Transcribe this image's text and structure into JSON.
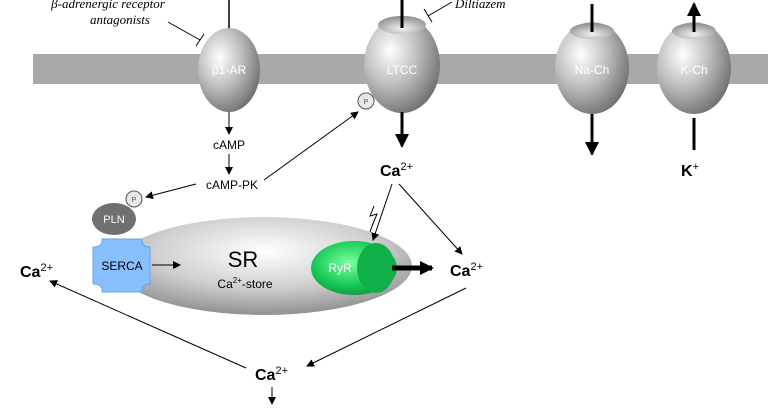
{
  "drugs": {
    "beta_blocker_line1": "β-adrenergic receptor",
    "beta_blocker_line2": "antagonists",
    "diltiazem": "Diltiazem"
  },
  "membrane": {
    "channels": [
      {
        "id": "b1ar",
        "label": "β1-AR"
      },
      {
        "id": "ltcc",
        "label": "LTCC"
      },
      {
        "id": "nach",
        "label": "Na-Ch"
      },
      {
        "id": "kch",
        "label": "K-Ch"
      }
    ]
  },
  "signaling": {
    "camp": "cAMP",
    "camppk": "cAMP-PK",
    "phospho_symbol": "P"
  },
  "sr": {
    "title": "SR",
    "subtitle_main": "Ca",
    "subtitle_sup": "2+",
    "subtitle_rest": "-store",
    "serca": "SERCA",
    "ryr": "RyR",
    "pln": "PLN"
  },
  "ions": {
    "ca": "Ca",
    "ca_sup": "2+",
    "k": "K",
    "k_sup": "+"
  },
  "colors": {
    "membrane": "#a9a9a9",
    "serca": "#87bfff",
    "ryr": "#18c957",
    "pln": "#707070"
  }
}
